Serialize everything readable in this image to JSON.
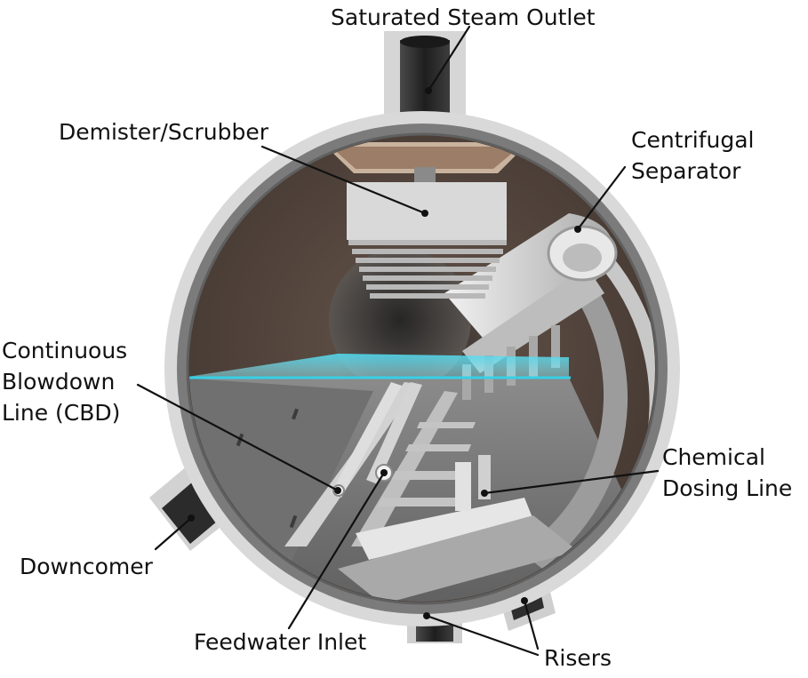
{
  "labels": {
    "steam_outlet": "Saturated Steam Outlet",
    "demister": "Demister/Scrubber",
    "centrifugal_1": "Centrifugal",
    "centrifugal_2": "Separator",
    "cbd_1": "Continuous",
    "cbd_2": "Blowdown",
    "cbd_3": "Line (CBD)",
    "chemical_1": "Chemical",
    "chemical_2": "Dosing Line",
    "downcomer": "Downcomer",
    "feedwater": "Feedwater Inlet",
    "risers": "Risers"
  },
  "colors": {
    "shell_outer": "#d9d9d9",
    "shell_inner": "#7b7b7b",
    "interior_top": "#4a3e37",
    "interior_bottom": "#3a3a3a",
    "water_level": "#35d0e8",
    "metal_light": "#e3e3e3",
    "metal_dark": "#9a9a9a",
    "pipe_dark": "#2c2c2c",
    "leader_line": "#111111"
  }
}
